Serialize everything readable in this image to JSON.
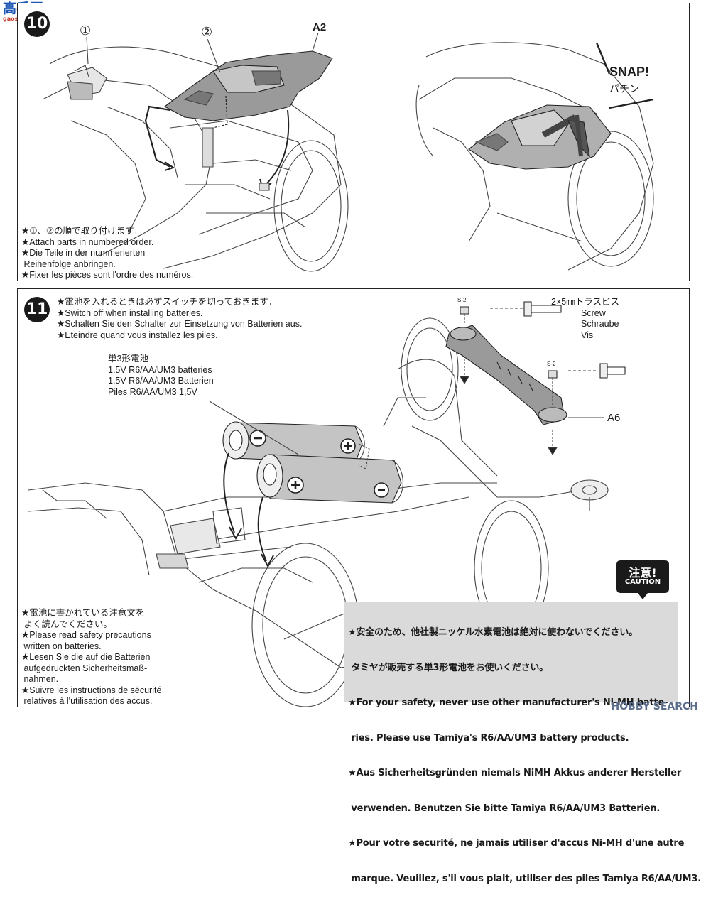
{
  "site_logo": {
    "text": "高手网",
    "subtext": "gaoshou.com"
  },
  "step10": {
    "number": "10",
    "order_marks": [
      "①",
      "②"
    ],
    "part_label": "A2",
    "snap_en": "SNAP!",
    "snap_jp": "パチン",
    "instructions": [
      "★①、②の順で取り付けます。",
      "★Attach parts in numbered order.",
      "★Die Teile in der nummerierten",
      " Reihenfolge anbringen.",
      "★Fixer les pièces sont l'ordre des numéros."
    ]
  },
  "step11": {
    "number": "11",
    "instructions": [
      "★電池を入れるときは必ずスイッチを切っておきます。",
      "★Switch off when installing batteries.",
      "★Schalten Sie den Schalter zur Einsetzung von Batterien aus.",
      "★Eteindre quand vous installez les piles."
    ],
    "screw_label": [
      "2×5㎜トラスビス",
      "Screw",
      "Schraube",
      "Vis"
    ],
    "battery_label": [
      "単3形電池",
      "1.5V R6/AA/UM3 batteries",
      "1,5V R6/AA/UM3 Batterien",
      "Piles R6/AA/UM3 1,5V"
    ],
    "part_label": "A6",
    "screw_marks": [
      "S-2",
      "S-2"
    ],
    "safety_left": [
      "★電池に書かれている注意文を",
      " よく読んでください。",
      "★Please read safety precautions",
      " written on batteries.",
      "★Lesen Sie die auf die Batterien",
      " aufgedruckten Sicherheitsmaß-",
      " nahmen.",
      "★Suivre les instructions de sécurité",
      " relatives à l'utilisation des accus."
    ],
    "caution_badge": {
      "jp": "注意!",
      "en": "CAUTION"
    },
    "caution_text": [
      "★安全のため、他社製ニッケル水素電池は絶対に使わないでください。",
      " タミヤが販売する単3形電池をお使いください。",
      "★For your safety, never use other manufacturer's Ni-MH batte-",
      " ries. Please use Tamiya's R6/AA/UM3 battery products.",
      "★Aus Sicherheitsgründen niemals NiMH Akkus anderer Hersteller",
      " verwenden. Benutzen Sie bitte Tamiya R6/AA/UM3 Batterien.",
      "★Pour votre securité, ne jamais utiliser d'accus Ni-MH d'une autre",
      " marque. Veuillez, s'il vous plait, utiliser des piles Tamiya R6/AA/UM3."
    ]
  },
  "watermark": "HOBBY SEARCH",
  "colors": {
    "part_gray": "#8f8f8f",
    "battery_gray": "#c4c4c4",
    "caution_bg": "#dadada",
    "logo_blue": "#1d56b4"
  }
}
